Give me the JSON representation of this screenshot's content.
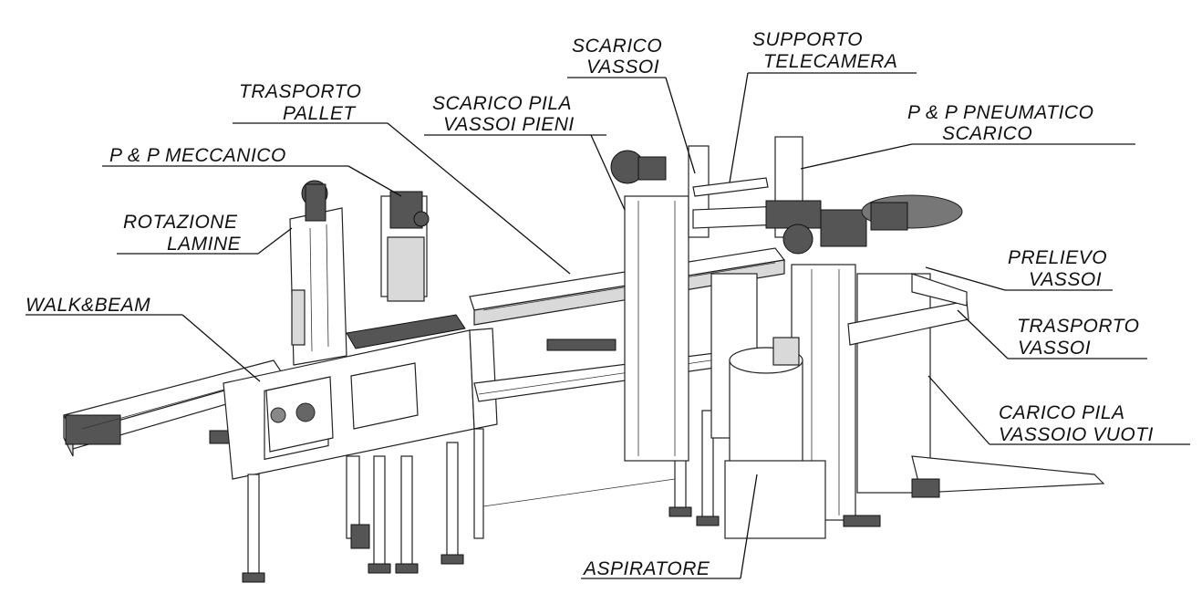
{
  "labels": {
    "scarico_vassoi": [
      "SCARICO",
      "VASSOI"
    ],
    "supporto_telecamera": [
      "SUPPORTO",
      "TELECAMERA"
    ],
    "trasporto_pallet": [
      "TRASPORTO",
      "PALLET"
    ],
    "scarico_pila": [
      "SCARICO PILA",
      "VASSOI PIENI"
    ],
    "pp_pneumatico": [
      "P  & P PNEUMATICO",
      "SCARICO"
    ],
    "pp_meccanico": [
      "P  & P MECCANICO"
    ],
    "rotazione_lamine": [
      "ROTAZIONE",
      "LAMINE"
    ],
    "walk_beam": [
      "WALK&BEAM"
    ],
    "prelievo_vassoi": [
      "PRELIEVO",
      "VASSOI"
    ],
    "trasporto_vassoi": [
      "TRASPORTO",
      "VASSOI"
    ],
    "carico_pila": [
      "CARICO PILA",
      "VASSOIO VUOTI"
    ],
    "aspiratore": [
      "ASPIRATORE"
    ]
  }
}
